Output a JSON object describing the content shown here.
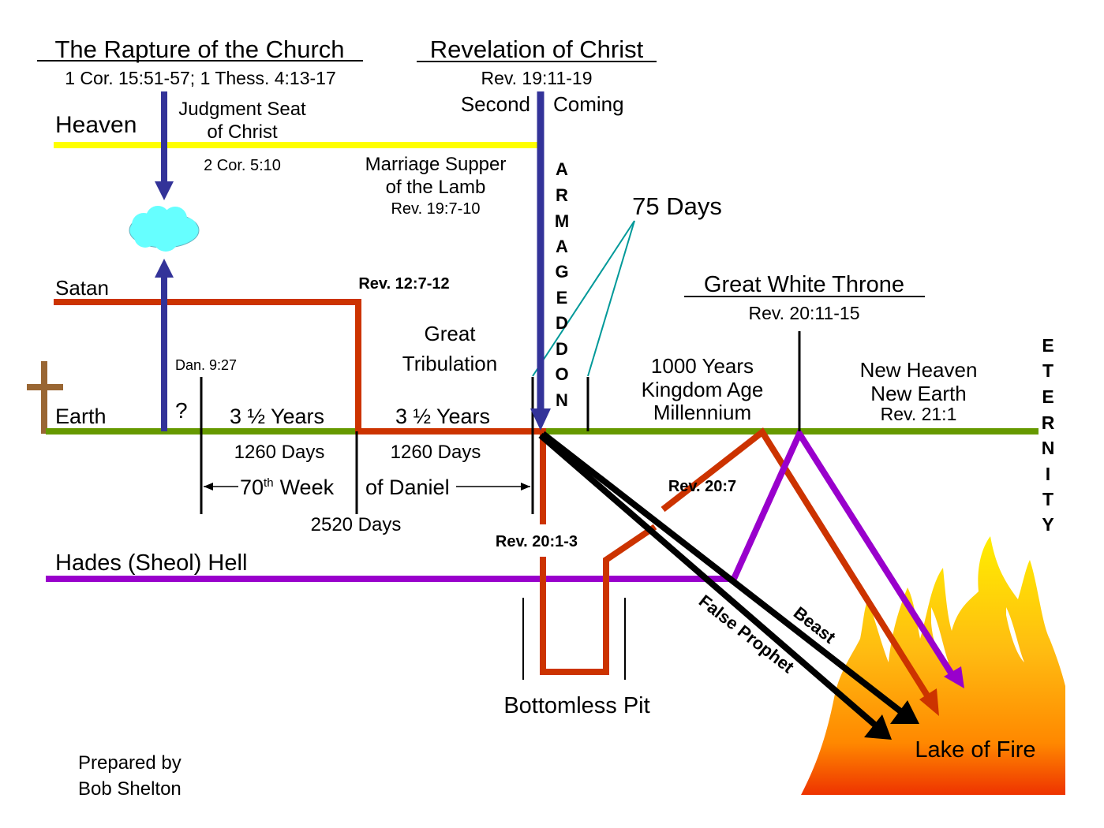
{
  "colors": {
    "heaven": "#ffff00",
    "earth": "#669900",
    "satan": "#cc3300",
    "hades": "#9900cc",
    "christ": "#333399",
    "teal": "#009999",
    "cross": "#996633",
    "cloud": "#66ffff"
  },
  "rapture": {
    "title": "The Rapture of the Church",
    "ref": "1 Cor. 15:51-57; 1 Thess. 4:13-17"
  },
  "revelation": {
    "title": "Revelation of Christ",
    "ref": "Rev. 19:11-19",
    "second": "Second",
    "coming": "Coming"
  },
  "realms": {
    "heaven": "Heaven",
    "satan": "Satan",
    "earth": "Earth",
    "hades": "Hades (Sheol) Hell"
  },
  "judgment_seat": {
    "line1": "Judgment Seat",
    "line2": "of Christ",
    "ref": "2 Cor. 5:10"
  },
  "marriage_supper": {
    "line1": "Marriage Supper",
    "line2": "of the Lamb",
    "ref": "Rev. 19:7-10"
  },
  "armageddon_letters": [
    "A",
    "R",
    "M",
    "A",
    "G",
    "E",
    "D",
    "D",
    "O",
    "N"
  ],
  "seventy_five_days": "75 Days",
  "rev_12": "Rev. 12:7-12",
  "great_tribulation": {
    "line1": "Great",
    "line2": "Tribulation"
  },
  "dan_ref": "Dan. 9:27",
  "question_mark": "?",
  "first_half": {
    "years": "3 ½ Years",
    "days": "1260 Days"
  },
  "second_half": {
    "years": "3 ½ Years",
    "days": "1260 Days"
  },
  "week": {
    "ordinal": "70",
    "sup": "th",
    "word": "Week",
    "of": "of Daniel",
    "total": "2520 Days"
  },
  "rev_20_1": "Rev. 20:1-3",
  "rev_20_7": "Rev. 20:7",
  "millennium": {
    "line1": "1000 Years",
    "line2": "Kingdom Age",
    "line3": "Millennium"
  },
  "great_white_throne": {
    "title": "Great White Throne",
    "ref": "Rev. 20:11-15"
  },
  "new_heaven": {
    "line1": "New Heaven",
    "line2": "New Earth",
    "ref": "Rev. 21:1"
  },
  "eternity_letters": [
    "E",
    "T",
    "E",
    "R",
    "N",
    "I",
    "T",
    "Y"
  ],
  "bottomless_pit": "Bottomless Pit",
  "beast": "Beast",
  "false_prophet": "False Prophet",
  "lake_of_fire": "Lake of Fire",
  "credit": {
    "line1": "Prepared by",
    "line2": "Bob Shelton"
  }
}
